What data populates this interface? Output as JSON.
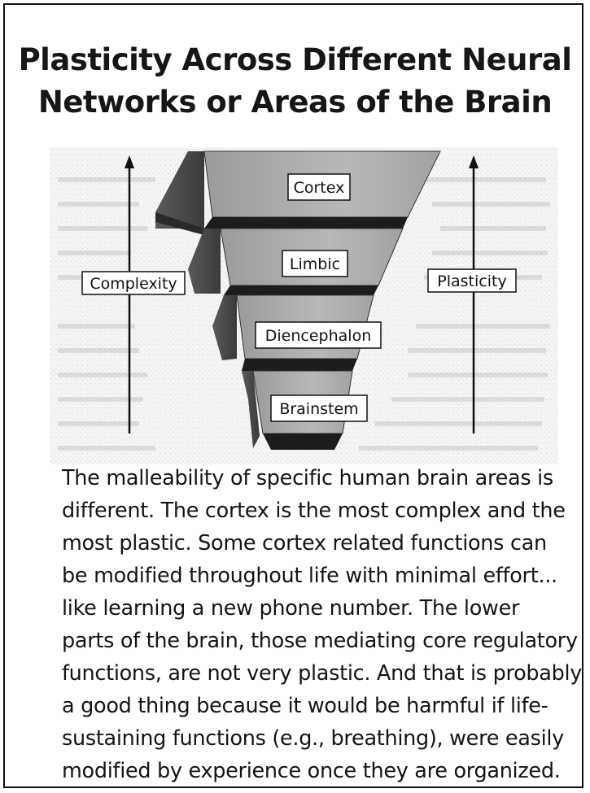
{
  "title_lines": [
    "Plasticity Across Different Neural",
    "Networks or Areas of the Brain"
  ],
  "diagram": {
    "levels": [
      "Cortex",
      "Limbic",
      "Diencephalon",
      "Brainstem"
    ],
    "left_arrow_label": "Complexity",
    "right_arrow_label": "Plasticity"
  },
  "caption_lines": [
    "The malleability of specific human brain areas is",
    "different.  The cortex is the most complex and the",
    "most plastic.  Some cortex related functions can",
    "be modified throughout life with minimal effort...",
    "like learning a new phone number.  The lower",
    "parts of the brain, those mediating core regulatory",
    "functions, are not very plastic.  And that is probably",
    "a good thing because it would be harmful if life-",
    "sustaining functions (e.g., breathing), were easily",
    "modified by experience once they are organized."
  ]
}
